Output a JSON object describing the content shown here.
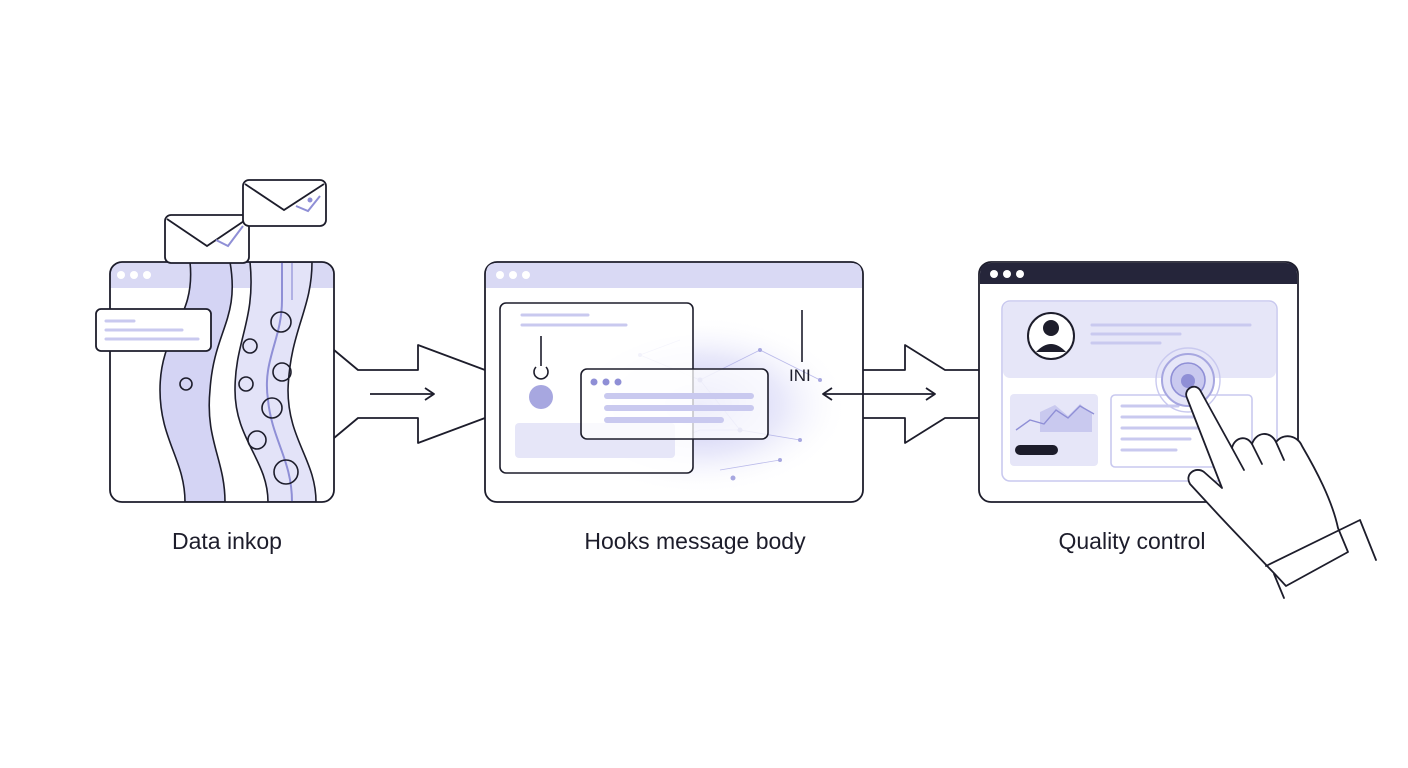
{
  "steps": [
    {
      "id": "intake",
      "label": "Data inkop"
    },
    {
      "id": "hooks",
      "label": "Hooks message body"
    },
    {
      "id": "qc",
      "label": "Quality control"
    }
  ],
  "hooks_panel": {
    "marker_text": "INI"
  },
  "colors": {
    "ink": "#1d1d2b",
    "lavender": "#c9c9ef",
    "lavender_light": "#e6e6f8",
    "lavender_mid": "#a7a7e0",
    "dark_bar": "#25253a"
  }
}
